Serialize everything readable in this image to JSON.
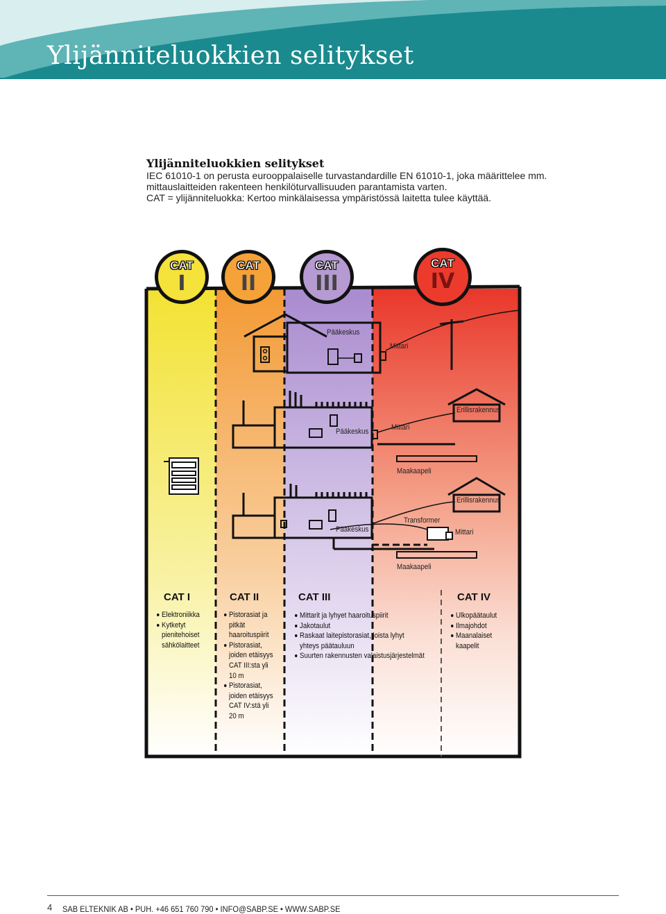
{
  "header": {
    "title": "Ylijänniteluokkien selitykset",
    "colors": {
      "teal_dark": "#1a8a8e",
      "teal_light": "#7fc4c6"
    }
  },
  "intro": {
    "heading": "Ylijänniteluokkien selitykset",
    "lines": [
      "IEC 61010-1 on perusta eurooppalaiselle turvastandardille EN 61010-1, joka määrittelee mm.",
      "mittauslaitteiden rakenteen henkilöturvallisuuden parantamista varten.",
      "CAT = ylijänniteluokka: Kertoo minkälaisessa ympäristössä laitetta tulee käyttää."
    ]
  },
  "figure": {
    "badges": [
      {
        "cat": "CAT",
        "num": "I",
        "color": "#f5e23a"
      },
      {
        "cat": "CAT",
        "num": "II",
        "color": "#f5a238"
      },
      {
        "cat": "CAT",
        "num": "III",
        "color": "#b69ad2"
      },
      {
        "cat": "CAT",
        "num": "IV",
        "color": "#ec3b2c"
      }
    ],
    "labels": {
      "paakeskus_1": "Pääkeskus",
      "mittari_1": "Mittari",
      "erillisrakennus_1": "Erillisrakennus",
      "paakeskus_2": "Pääkeskus",
      "mittari_2": "Mittari",
      "maakaapeli_1": "Maakaapeli",
      "erillisrakennus_2": "Erillisrakennus",
      "transformer": "Transformer",
      "paakeskus_3": "Pääkeskus",
      "mittari_3": "Mittari",
      "maakaapeli_2": "Maakaapeli"
    },
    "columns": [
      {
        "title": "CAT I",
        "items": [
          "Elektroniikka",
          "Kytketyt\npienitehoiset\nsähkölaitteet"
        ]
      },
      {
        "title": "CAT II",
        "items": [
          "Pistorasiat ja\npitkät\nhaaroituspiirit",
          "Pistorasiat,\njoiden etäisyys\nCAT III:sta yli\n10 m",
          "Pistorasiat,\njoiden etäisyys\nCAT IV:stä yli\n20 m"
        ]
      },
      {
        "title": "CAT III",
        "items": [
          "Mittarit ja lyhyet haaroituspiirit",
          "Jakotaulut",
          "Raskaat laitepistorasiat, joista lyhyt\nyhteys päätauluun",
          "Suurten rakennusten valaistusjärjestelmät"
        ]
      },
      {
        "title": "CAT IV",
        "items": [
          "Ulkopäätaulut",
          "Ilmajohdot",
          "Maanalaiset\nkaapelit"
        ]
      }
    ]
  },
  "footer": {
    "page": "4",
    "text": "SAB ELTEKNIK AB • PUH. +46 651 760 790 • INFO@SABP.SE • WWW.SABP.SE"
  }
}
